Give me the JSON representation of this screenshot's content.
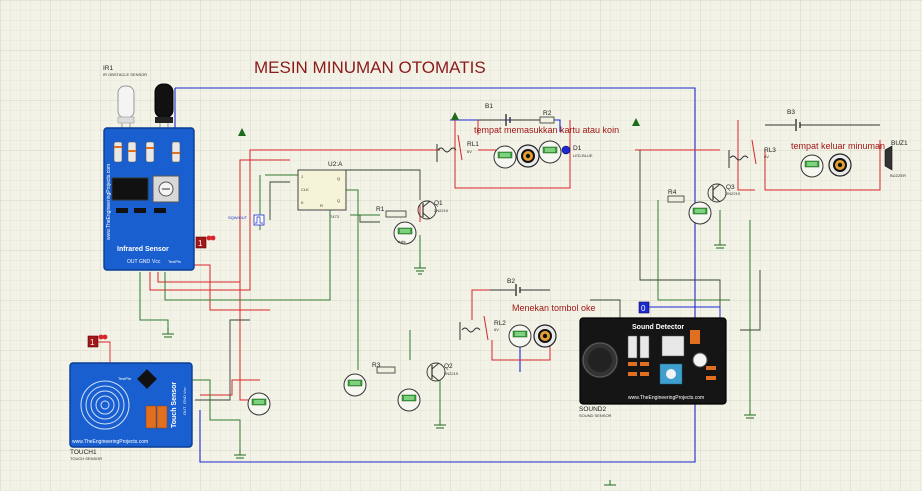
{
  "title": "MESIN MINUMAN OTOMATIS",
  "annotations": {
    "coin_slot": "tempat memasukkan kartu atau koin",
    "ok_button": "Menekan tombol oke",
    "drink_outlet": "tempat keluar minuman"
  },
  "ir_sensor": {
    "ref": "IR1",
    "part": "IR OBSTACLE SENSOR",
    "brand": "www.TheEngineeringProjects.com",
    "name": "Infrared Sensor",
    "pins": [
      "OUT",
      "GND",
      "Vcc"
    ],
    "tag": "TestPin"
  },
  "touch_sensor": {
    "ref": "TOUCH1",
    "part": "TOUCH SENSOR",
    "name": "Touch Sensor",
    "brand": "www.TheEngineeringProjects.com",
    "pins": [
      "OUT",
      "GND",
      "Vcc"
    ],
    "tag": "TestPin"
  },
  "sound_sensor": {
    "ref": "SOUND2",
    "part": "SOUND SENSOR",
    "name": "Sound Detector",
    "brand": "www.TheEngineeringProjects.com"
  },
  "logic_probes": [
    "1",
    "1",
    "0"
  ],
  "gate": {
    "ref": "U2:A",
    "part": "7473",
    "pins": [
      "J",
      "CLK",
      "K",
      "R",
      "Q",
      "Q"
    ]
  },
  "clock": {
    "label": "SQW/OUT"
  },
  "components": {
    "r1": "R1",
    "r3": "R3",
    "r4": "R4",
    "q1": "Q1",
    "q2": "Q2",
    "q3": "Q3",
    "q_part": "2N2219",
    "rl1": "RL1",
    "rl2": "RL2",
    "rl3": "RL3",
    "rl_val": "6V",
    "b1": "B1",
    "b2": "B2",
    "b3": "B3",
    "r2": "R2",
    "d1": "D1",
    "d1_part": "LED-BLUE",
    "buz": "BUZ1",
    "buz_part": "BUZZER",
    "meter_label": "Volts"
  },
  "colors": {
    "background": "#f3f2e6",
    "grid": "#dcdccc",
    "wire_red": "#d8252a",
    "wire_blue": "#1b2bd0",
    "wire_green": "#2f7a2f",
    "wire_dark": "#334433",
    "annotation": "#a01818",
    "module_blue": "#1a5fd0",
    "meter_green": "#3fa33f"
  }
}
